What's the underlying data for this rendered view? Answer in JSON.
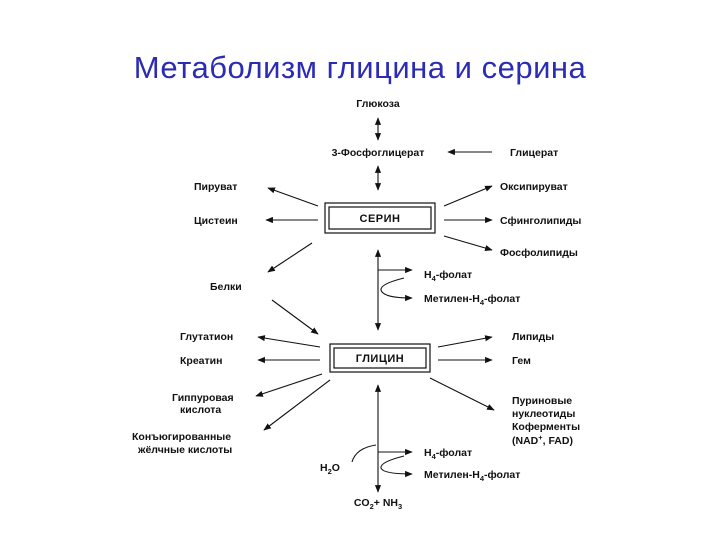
{
  "title": "Метаболизм глицина и серина",
  "nodes": {
    "glucose": "Глюкоза",
    "phosphoglycerate": "3-Фосфоглицерат",
    "glycerate": "Глицерат",
    "pyruvate": "Пируват",
    "oxypyruvate": "Оксипируват",
    "cysteine": "Цистеин",
    "serine": "СЕРИН",
    "sphingolipids": "Сфинголипиды",
    "phospholipids": "Фосфолипиды",
    "proteins": "Белки",
    "h4folate1": "Н",
    "h4folate1_sub": "4",
    "h4folate1_rest": "-фолат",
    "methylene1_a": "Метилен-Н",
    "methylene1_sub": "4",
    "methylene1_b": "-фолат",
    "glutathione": "Глутатион",
    "lipids": "Липиды",
    "creatine": "Креатин",
    "glycine": "ГЛИЦИН",
    "heme": "Гем",
    "hippuric_1": "Гиппуровая",
    "hippuric_2": "кислота",
    "purine_1": "Пуриновые",
    "purine_2": "нуклеотиды",
    "coenzymes": "Коферменты",
    "nad_a": "(NAD",
    "nad_sup": "+",
    "nad_b": ", FAD)",
    "conjugated_1": "Конъюгированные",
    "conjugated_2": "жёлчные кислоты",
    "h4folate2": "Н",
    "h4folate2_sub": "4",
    "h4folate2_rest": "-фолат",
    "water_a": "Н",
    "water_sub": "2",
    "water_b": "O",
    "methylene2_a": "Метилен-Н",
    "methylene2_sub": "4",
    "methylene2_b": "-фолат",
    "co2_a": "CO",
    "co2_sub": "2",
    "co2_b": "+ NH",
    "co2_sub2": "3"
  }
}
